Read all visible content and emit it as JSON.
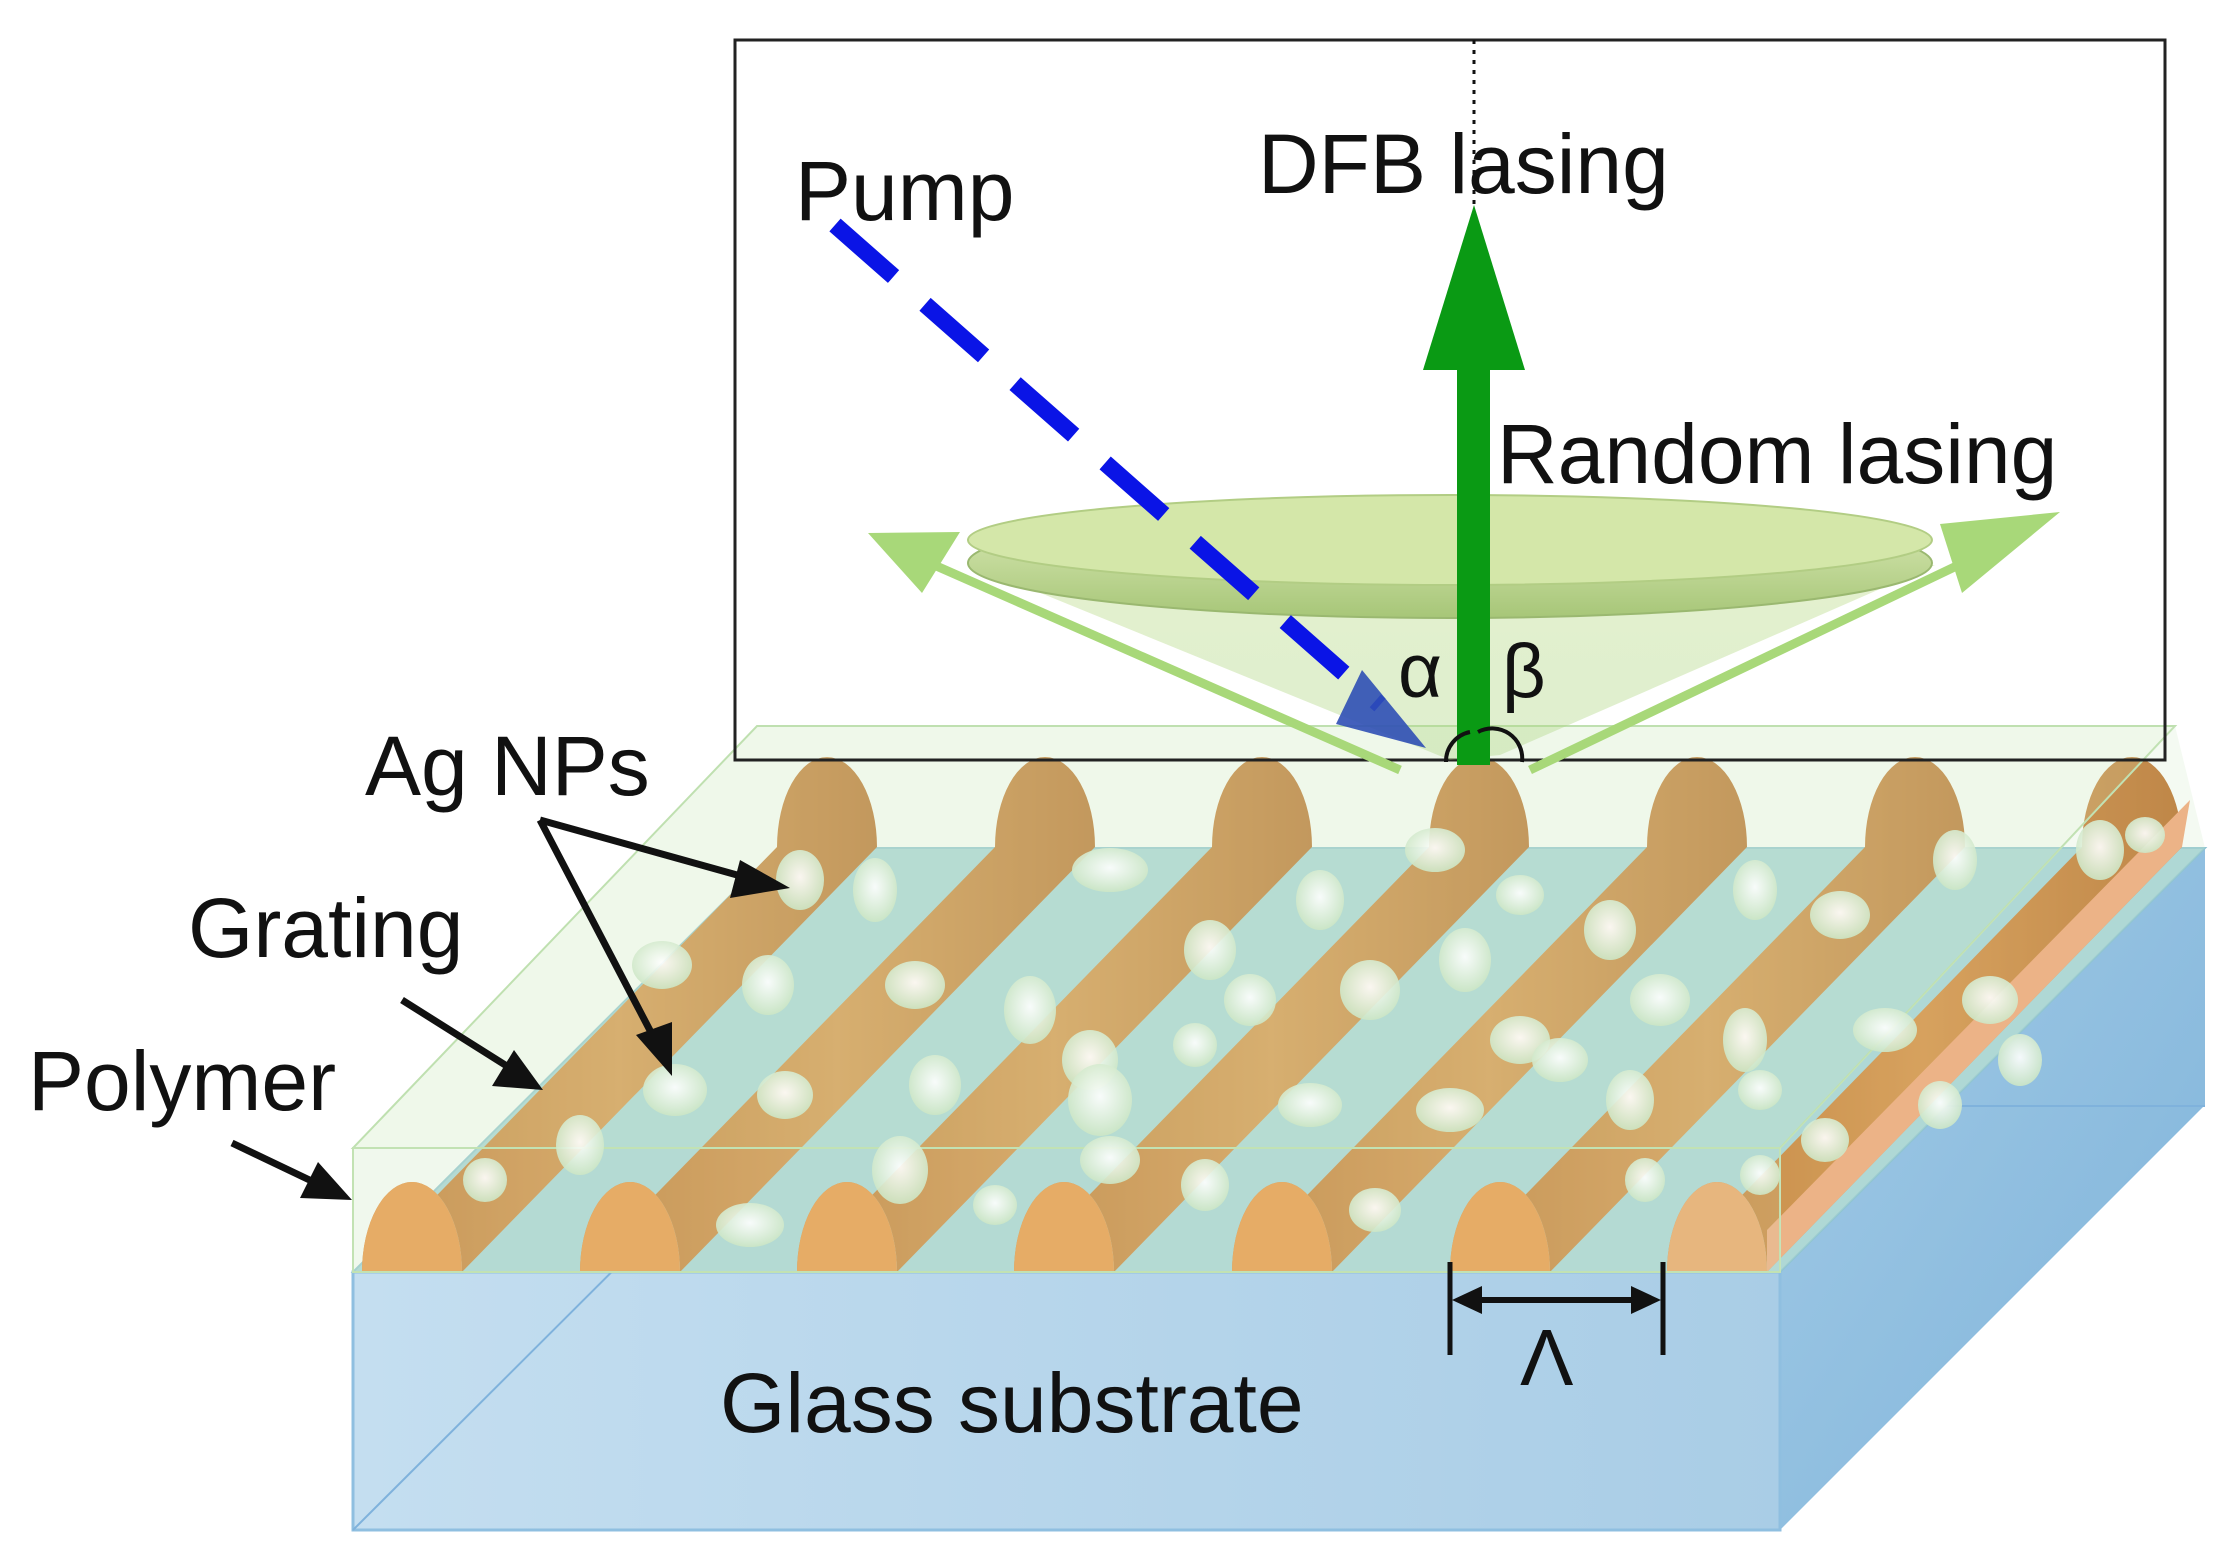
{
  "labels": {
    "pump": "Pump",
    "dfb_lasing": "DFB lasing",
    "random_lasing": "Random lasing",
    "alpha": "α",
    "beta": "β",
    "ag_nps": "Ag NPs",
    "grating": "Grating",
    "polymer": "Polymer",
    "period": "Λ",
    "glass_substrate": "Glass substrate"
  },
  "colors": {
    "pump_beam": "#0a14e6",
    "dfb_arrow": "#0a9a14",
    "random_cone": "#b5db8e",
    "random_arrow": "#a8d879",
    "lens": "#cfe3a6",
    "polymer_film": "#dcefd4",
    "grating_ridge": "#d07c2c",
    "grating_front": "#f0a050",
    "nanoparticle": "#e4f2dc",
    "glass_top": "#a9d6dd",
    "glass_front": "#b9d7ea",
    "glass_side": "#8dbede"
  }
}
